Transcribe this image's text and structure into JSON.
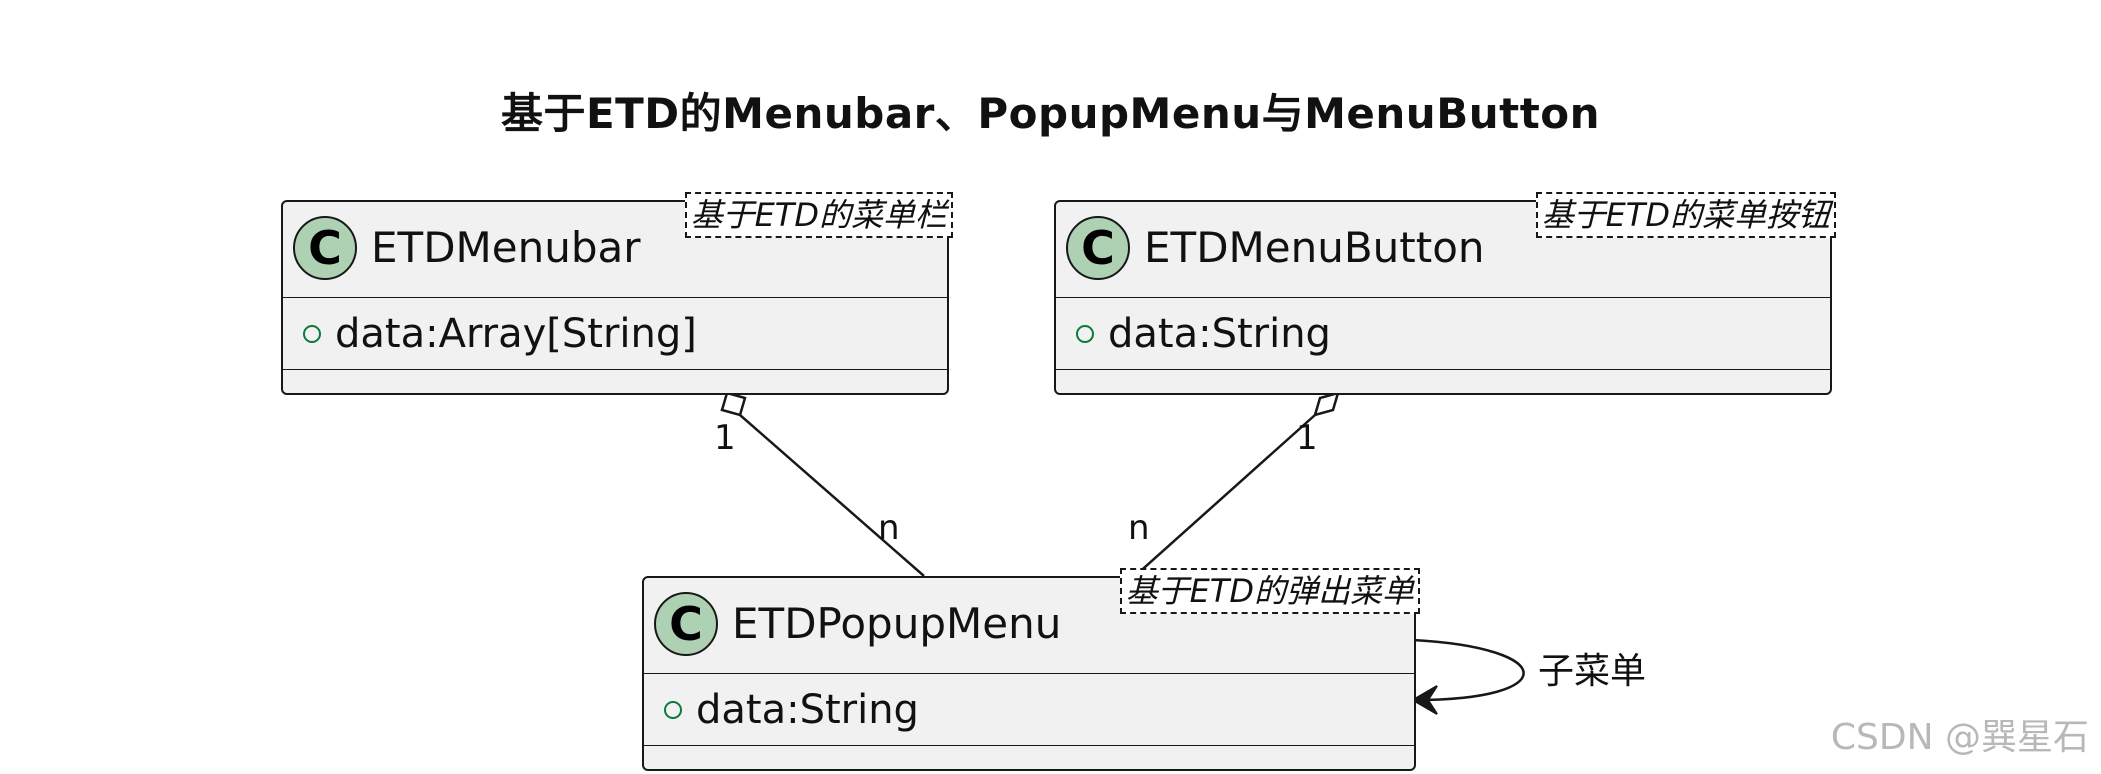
{
  "diagram": {
    "title": "基于ETD的Menubar、PopupMenu与MenuButton",
    "classes": {
      "menubar": {
        "spot_letter": "C",
        "name": "ETDMenubar",
        "stereotype": "基于ETD的菜单栏",
        "field": "data:Array[String]"
      },
      "menubutton": {
        "spot_letter": "C",
        "name": "ETDMenuButton",
        "stereotype": "基于ETD的菜单按钮",
        "field": "data:String"
      },
      "popupmenu": {
        "spot_letter": "C",
        "name": "ETDPopupMenu",
        "stereotype": "基于ETD的弹出菜单",
        "field": "data:String"
      }
    },
    "relations": {
      "menubar_popup": {
        "source_multiplicity": "1",
        "target_multiplicity": "n"
      },
      "menubutton_popup": {
        "source_multiplicity": "1",
        "target_multiplicity": "n"
      },
      "popup_self": {
        "label": "子菜单"
      }
    },
    "colors": {
      "class_fill": "#f1f1f1",
      "spot_fill": "#add1b2",
      "visibility_public": "#0c7a3a",
      "line": "#181818"
    }
  },
  "watermark": "CSDN @巽星石"
}
